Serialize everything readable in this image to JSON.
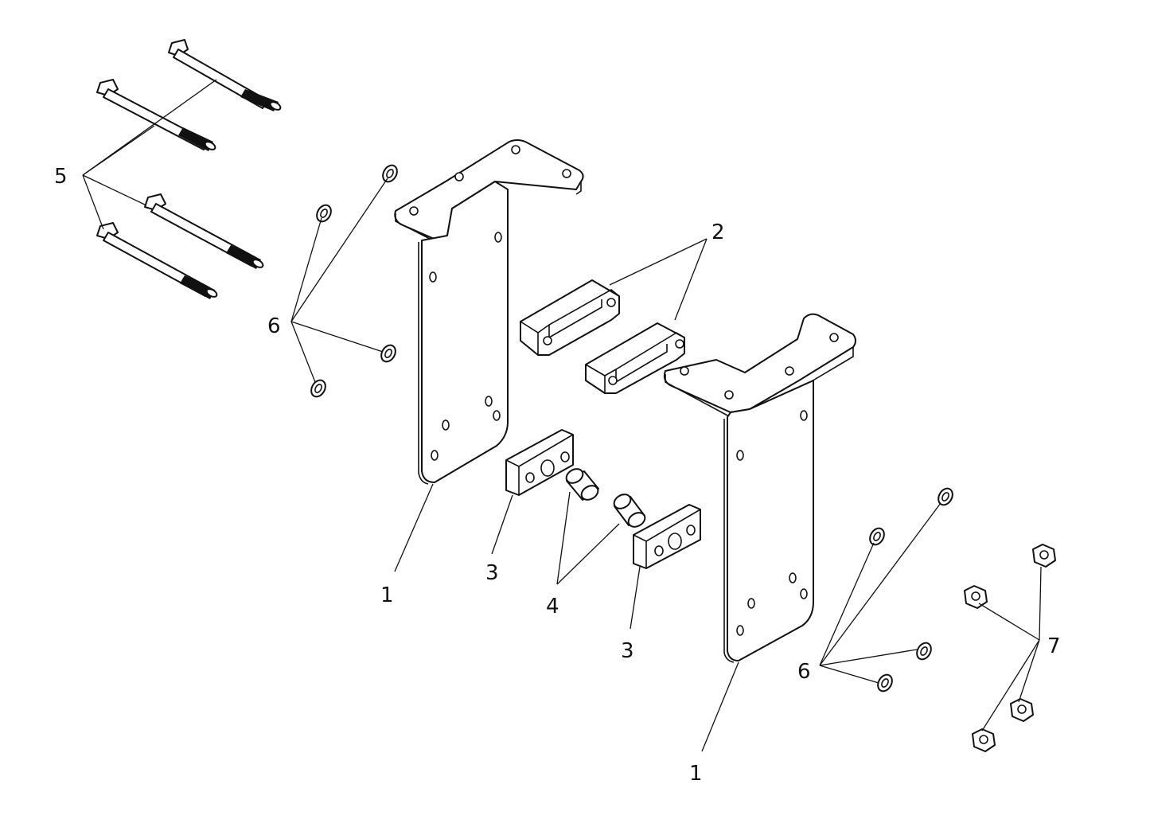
{
  "callouts": {
    "c1a": "1",
    "c1b": "1",
    "c2": "2",
    "c3a": "3",
    "c3b": "3",
    "c4": "4",
    "c5": "5",
    "c6a": "6",
    "c6b": "6",
    "c7": "7"
  },
  "colors": {
    "line": "#111111",
    "background": "#ffffff"
  }
}
